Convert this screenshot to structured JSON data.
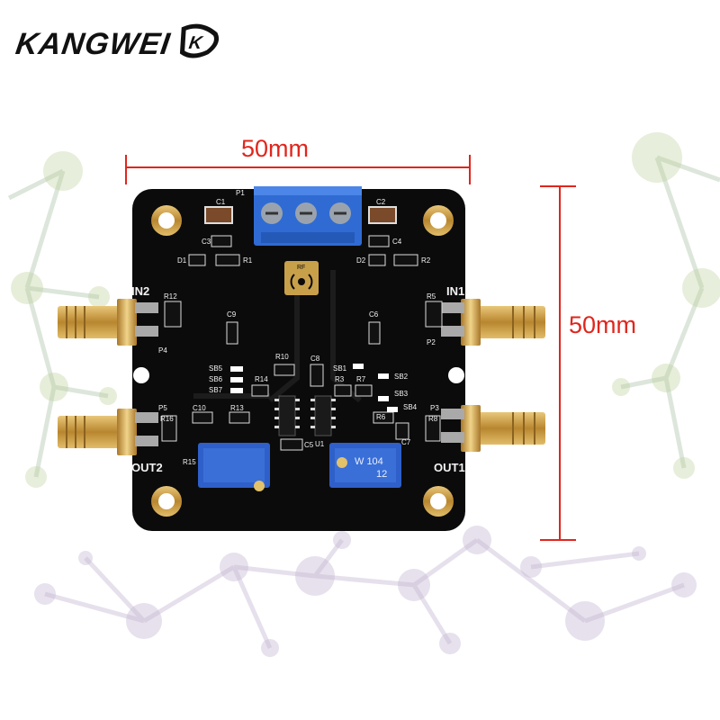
{
  "brand": {
    "logo_text": "KANGWEI",
    "logo_badge": "K"
  },
  "dimensions": {
    "width_label": "50mm",
    "height_label": "50mm",
    "color": "#e0261d"
  },
  "board": {
    "silkscreen": {
      "in2": "IN2",
      "in1": "IN1",
      "out2": "OUT2",
      "out1": "OUT1",
      "p1": "P1",
      "p2": "P2",
      "p3": "P3",
      "p4": "P4",
      "p5": "P5",
      "c1": "C1",
      "c2": "C2",
      "c3": "C3",
      "c4": "C4",
      "c5": "C5",
      "c6": "C6",
      "c7": "C7",
      "c8": "C8",
      "c9": "C9",
      "c10": "C10",
      "d1": "D1",
      "d2": "D2",
      "r1": "R1",
      "r2": "R2",
      "r3": "R3",
      "r5": "R5",
      "r6": "R6",
      "r7": "R7",
      "r8": "R8",
      "r10": "R10",
      "r12": "R12",
      "r13": "R13",
      "r14": "R14",
      "r15": "R15",
      "r16": "R16",
      "sb1": "SB1",
      "sb2": "SB2",
      "sb3": "SB3",
      "sb4": "SB4",
      "sb5": "SB5",
      "sb6": "SB6",
      "sb7": "SB7",
      "u1": "U1",
      "rf": "RF"
    },
    "potentiometer_text": {
      "line1": "W 104",
      "line2": "12"
    },
    "colors": {
      "pcb": "#0b0b0b",
      "gold": "#c9a04a",
      "terminal": "#2f6bd3",
      "trimmer": "#2f5fc8"
    }
  }
}
